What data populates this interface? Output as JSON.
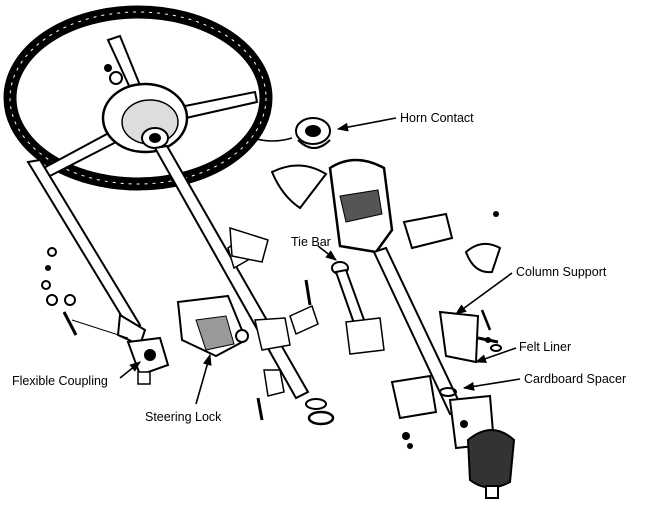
{
  "diagram": {
    "labels": {
      "horn_contact": "Horn Contact",
      "tie_bar": "Tie Bar",
      "column_support": "Column Support",
      "felt_liner": "Felt Liner",
      "cardboard_spacer": "Cardboard Spacer",
      "flexible_coupling": "Flexible Coupling",
      "steering_lock": "Steering Lock"
    },
    "colors": {
      "ink": "#000000",
      "paper": "#ffffff",
      "shade": "#555555"
    }
  }
}
